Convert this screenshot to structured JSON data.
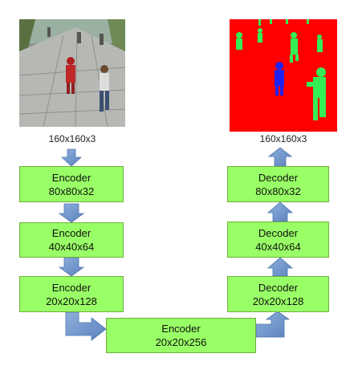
{
  "input_image": {
    "label": "160x160x3"
  },
  "output_image": {
    "label": "160x160x3"
  },
  "encoders": [
    {
      "title": "Encoder",
      "size": "80x80x32"
    },
    {
      "title": "Encoder",
      "size": "40x40x64"
    },
    {
      "title": "Encoder",
      "size": "20x20x128"
    },
    {
      "title": "Encoder",
      "size": "20x20x256"
    }
  ],
  "decoders": [
    {
      "title": "Decoder",
      "size": "20x20x128"
    },
    {
      "title": "Decoder",
      "size": "40x40x64"
    },
    {
      "title": "Decoder",
      "size": "80x80x32"
    }
  ],
  "colors": {
    "block_fill": "#99ff66",
    "arrow_fill": "#6f97cf",
    "mask_background": "#ff0000",
    "mask_pedestrian": "#33ee55",
    "mask_target": "#2222ee"
  }
}
